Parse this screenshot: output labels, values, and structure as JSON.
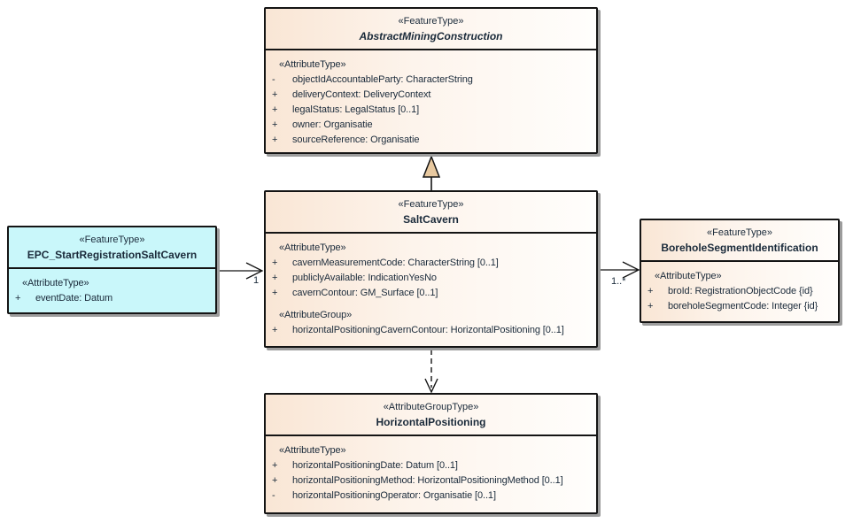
{
  "colors": {
    "background": "#ffffff",
    "box_fill_gradient_left": "#f9e6d5",
    "box_fill_gradient_right": "#fffefc",
    "event_box_fill": "#c9f7fa",
    "border": "#141414",
    "text": "#1a2a3a",
    "generalization_triangle_fill": "#e8c9a0",
    "shadow": "#9c9c9c"
  },
  "classes": [
    {
      "stereotype": "«FeatureType»",
      "name": "AbstractMiningConstruction",
      "abstract": true,
      "sections": [
        {
          "stereotype": "«AttributeType»",
          "attributes": [
            {
              "visibility": "-",
              "text": "objectIdAccountableParty: CharacterString"
            },
            {
              "visibility": "+",
              "text": "deliveryContext: DeliveryContext"
            },
            {
              "visibility": "+",
              "text": "legalStatus: LegalStatus [0..1]"
            },
            {
              "visibility": "+",
              "text": "owner: Organisatie"
            },
            {
              "visibility": "+",
              "text": "sourceReference: Organisatie"
            }
          ]
        }
      ]
    },
    {
      "stereotype": "«FeatureType»",
      "name": "SaltCavern",
      "abstract": false,
      "sections": [
        {
          "stereotype": "«AttributeType»",
          "attributes": [
            {
              "visibility": "+",
              "text": "cavernMeasurementCode: CharacterString [0..1]"
            },
            {
              "visibility": "+",
              "text": "publiclyAvailable: IndicationYesNo"
            },
            {
              "visibility": "+",
              "text": "cavernContour: GM_Surface [0..1]"
            }
          ]
        },
        {
          "stereotype": "«AttributeGroup»",
          "attributes": [
            {
              "visibility": "+",
              "text": "horizontalPositioningCavernContour: HorizontalPositioning [0..1]"
            }
          ]
        }
      ]
    },
    {
      "stereotype": "«FeatureType»",
      "name": "EPC_StartRegistrationSaltCavern",
      "abstract": false,
      "sections": [
        {
          "stereotype": "«AttributeType»",
          "attributes": [
            {
              "visibility": "+",
              "text": "eventDate: Datum"
            }
          ]
        }
      ]
    },
    {
      "stereotype": "«FeatureType»",
      "name": "BoreholeSegmentIdentification",
      "abstract": false,
      "sections": [
        {
          "stereotype": "«AttributeType»",
          "attributes": [
            {
              "visibility": "+",
              "text": "broId: RegistrationObjectCode {id}"
            },
            {
              "visibility": "+",
              "text": "boreholeSegmentCode: Integer {id}"
            }
          ]
        }
      ]
    },
    {
      "stereotype": "«AttributeGroupType»",
      "name": "HorizontalPositioning",
      "abstract": false,
      "sections": [
        {
          "stereotype": "«AttributeType»",
          "attributes": [
            {
              "visibility": "+",
              "text": "horizontalPositioningDate: Datum [0..1]"
            },
            {
              "visibility": "+",
              "text": "horizontalPositioningMethod: HorizontalPositioningMethod [0..1]"
            },
            {
              "visibility": "-",
              "text": "horizontalPositioningOperator: Organisatie [0..1]"
            }
          ]
        }
      ]
    }
  ],
  "connectors": [
    {
      "type": "generalization",
      "source": "SaltCavern",
      "target": "AbstractMiningConstruction"
    },
    {
      "type": "association",
      "source": "EPC_StartRegistrationSaltCavern",
      "target": "SaltCavern",
      "target_multiplicity": "1"
    },
    {
      "type": "association",
      "source": "SaltCavern",
      "target": "BoreholeSegmentIdentification",
      "target_multiplicity": "1..*"
    },
    {
      "type": "dependency",
      "source": "SaltCavern",
      "target": "HorizontalPositioning"
    }
  ]
}
